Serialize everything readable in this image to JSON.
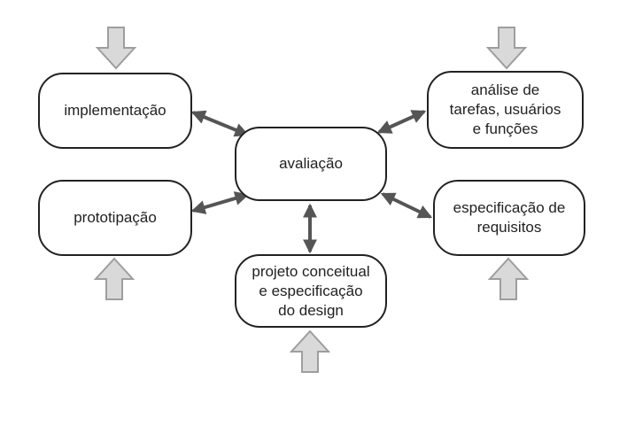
{
  "nodes": {
    "avaliacao": "avaliação",
    "implementacao": "implementação",
    "prototipacao": "prototipação",
    "projeto": "projeto conceitual\ne especificação\ndo design",
    "analise": "análise de\ntarefas, usuários\ne funções",
    "especificacao": "especificação de\nrequisitos"
  },
  "colors": {
    "node_border": "#222222",
    "connector": "#555555",
    "input_arrow_fill": "#d9d9d9",
    "input_arrow_stroke": "#9e9e9e"
  }
}
